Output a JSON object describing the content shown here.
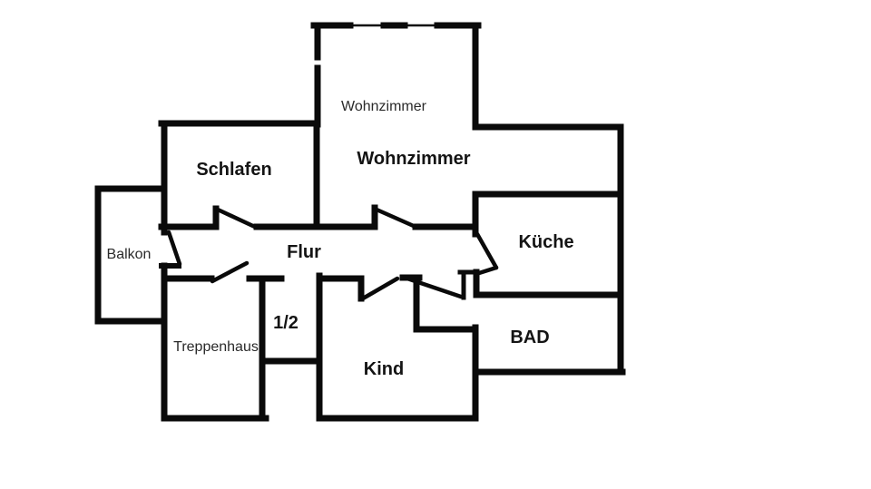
{
  "diagram": {
    "type": "floor-plan",
    "description": "Apartment floor plan with room labels in German",
    "background_color": "#ffffff",
    "wall_color": "#0a0a0a",
    "label_color": "#141414",
    "rooms": {
      "wohnzimmer_upper": {
        "label": "Wohnzimmer"
      },
      "wohnzimmer": {
        "label": "Wohnzimmer"
      },
      "schlafen": {
        "label": "Schlafen"
      },
      "balkon": {
        "label": "Balkon"
      },
      "flur": {
        "label": "Flur"
      },
      "kueche": {
        "label": "Küche"
      },
      "bad": {
        "label": "BAD"
      },
      "treppenhaus": {
        "label": "Treppenhaus"
      },
      "half_room": {
        "label": "1/2"
      },
      "kind": {
        "label": "Kind"
      }
    }
  }
}
